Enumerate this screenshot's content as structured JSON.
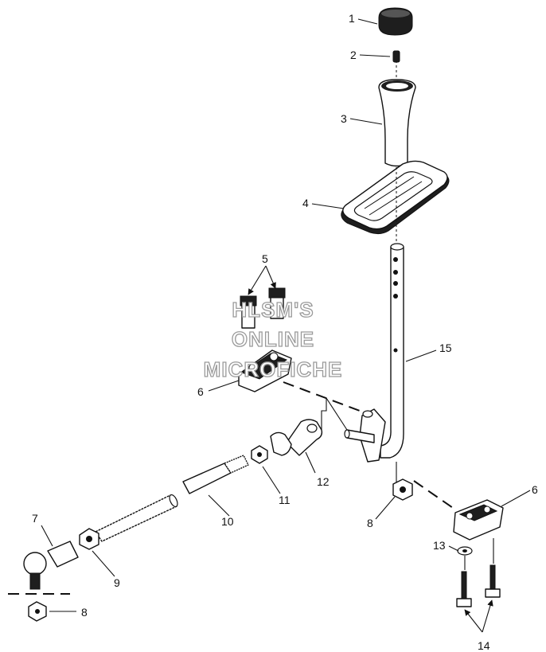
{
  "callouts": {
    "c1": "1",
    "c2": "2",
    "c3": "3",
    "c4": "4",
    "c5": "5",
    "c6a": "6",
    "c6b": "6",
    "c7": "7",
    "c8a": "8",
    "c8b": "8",
    "c9": "9",
    "c10": "10",
    "c11": "11",
    "c12": "12",
    "c13": "13",
    "c14": "14",
    "c15": "15"
  },
  "watermark": {
    "line1": "HLSM'S",
    "line2": "ONLINE",
    "line3": "MICROFICHE"
  }
}
